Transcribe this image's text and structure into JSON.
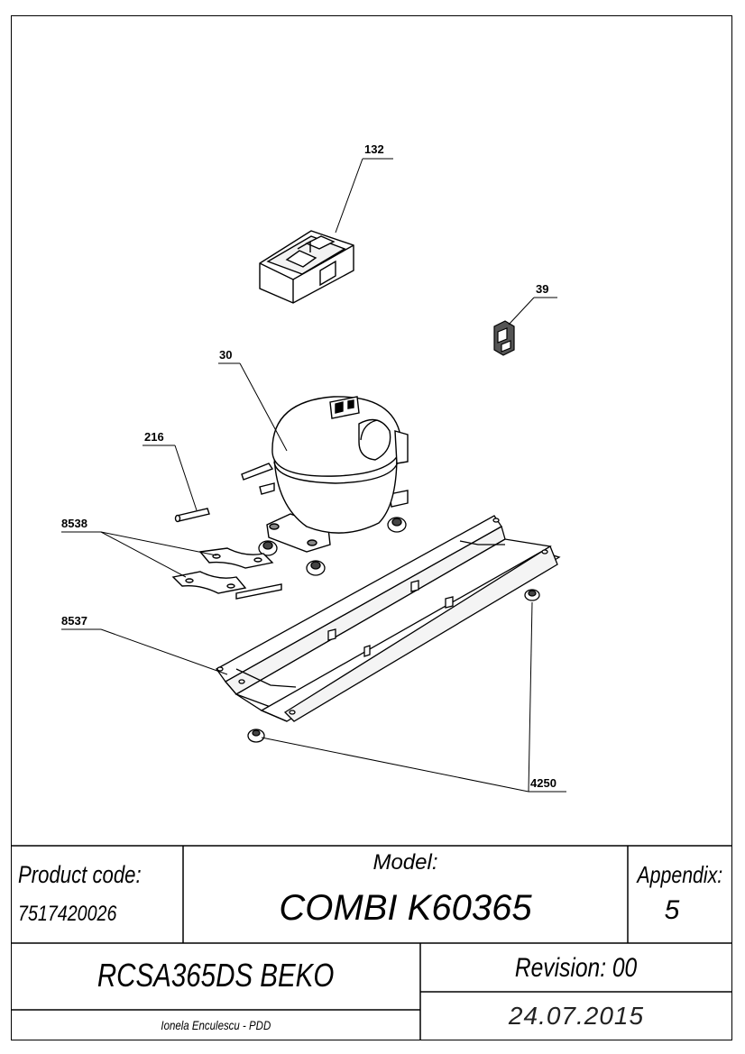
{
  "callouts": {
    "c132": "132",
    "c39": "39",
    "c30": "30",
    "c216": "216",
    "c8538": "8538",
    "c8537": "8537",
    "c4250": "4250"
  },
  "title_block": {
    "product_code_label": "Product code:",
    "product_code_value": "7517420026",
    "model_label": "Model:",
    "model_value": "COMBI K60365",
    "appendix_label": "Appendix:",
    "appendix_value": "5",
    "product_name": "RCSA365DS BEKO",
    "revision": "Revision: 00",
    "author": "Ionela Enculescu - PDD",
    "date": "24.07.2015"
  }
}
